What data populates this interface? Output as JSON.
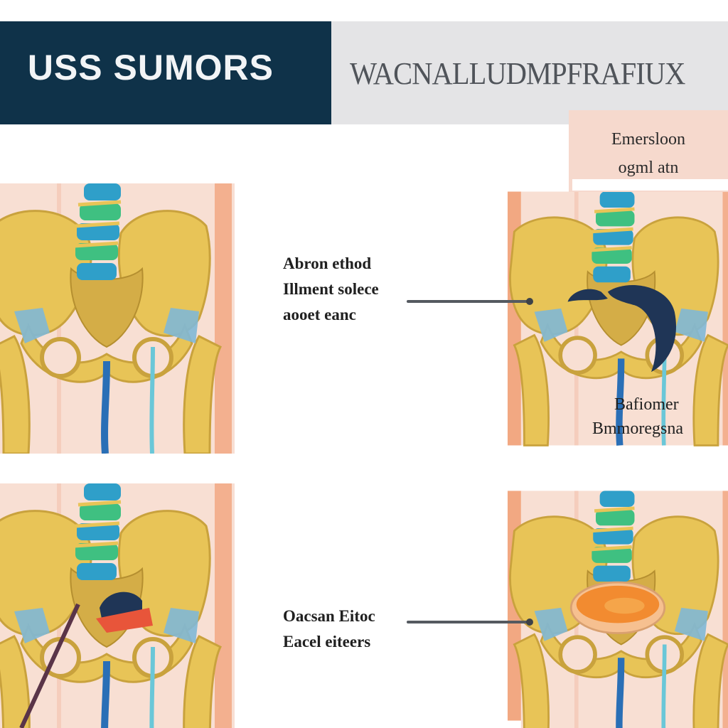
{
  "header": {
    "title": "USS SUMORS",
    "subtitle": "WACNALLUDMPFRAFIUX"
  },
  "labels": {
    "callout_top": [
      "Abron ethod",
      "Illment solece",
      "aooet eanc"
    ],
    "callout_bottom": [
      "Oacsan Eitoc",
      "Eacel eiteers"
    ],
    "tag_top_right": [
      "Emersloon",
      "ogml atn"
    ],
    "tag_mid_right": [
      "Bafiomer",
      "Bmmoregsna"
    ]
  },
  "colors": {
    "header_dark": "#0f3249",
    "header_light": "#e4e4e6",
    "bone": "#e8c457",
    "bone_shadow": "#c9a23d",
    "spine_blue": "#2f9fc9",
    "spine_green": "#3fc081",
    "vessel_blue": "#2a6fb6",
    "skin": "#f8dfd3",
    "skin_edge": "#f2a882",
    "tumor_orange": "#f28b30"
  }
}
